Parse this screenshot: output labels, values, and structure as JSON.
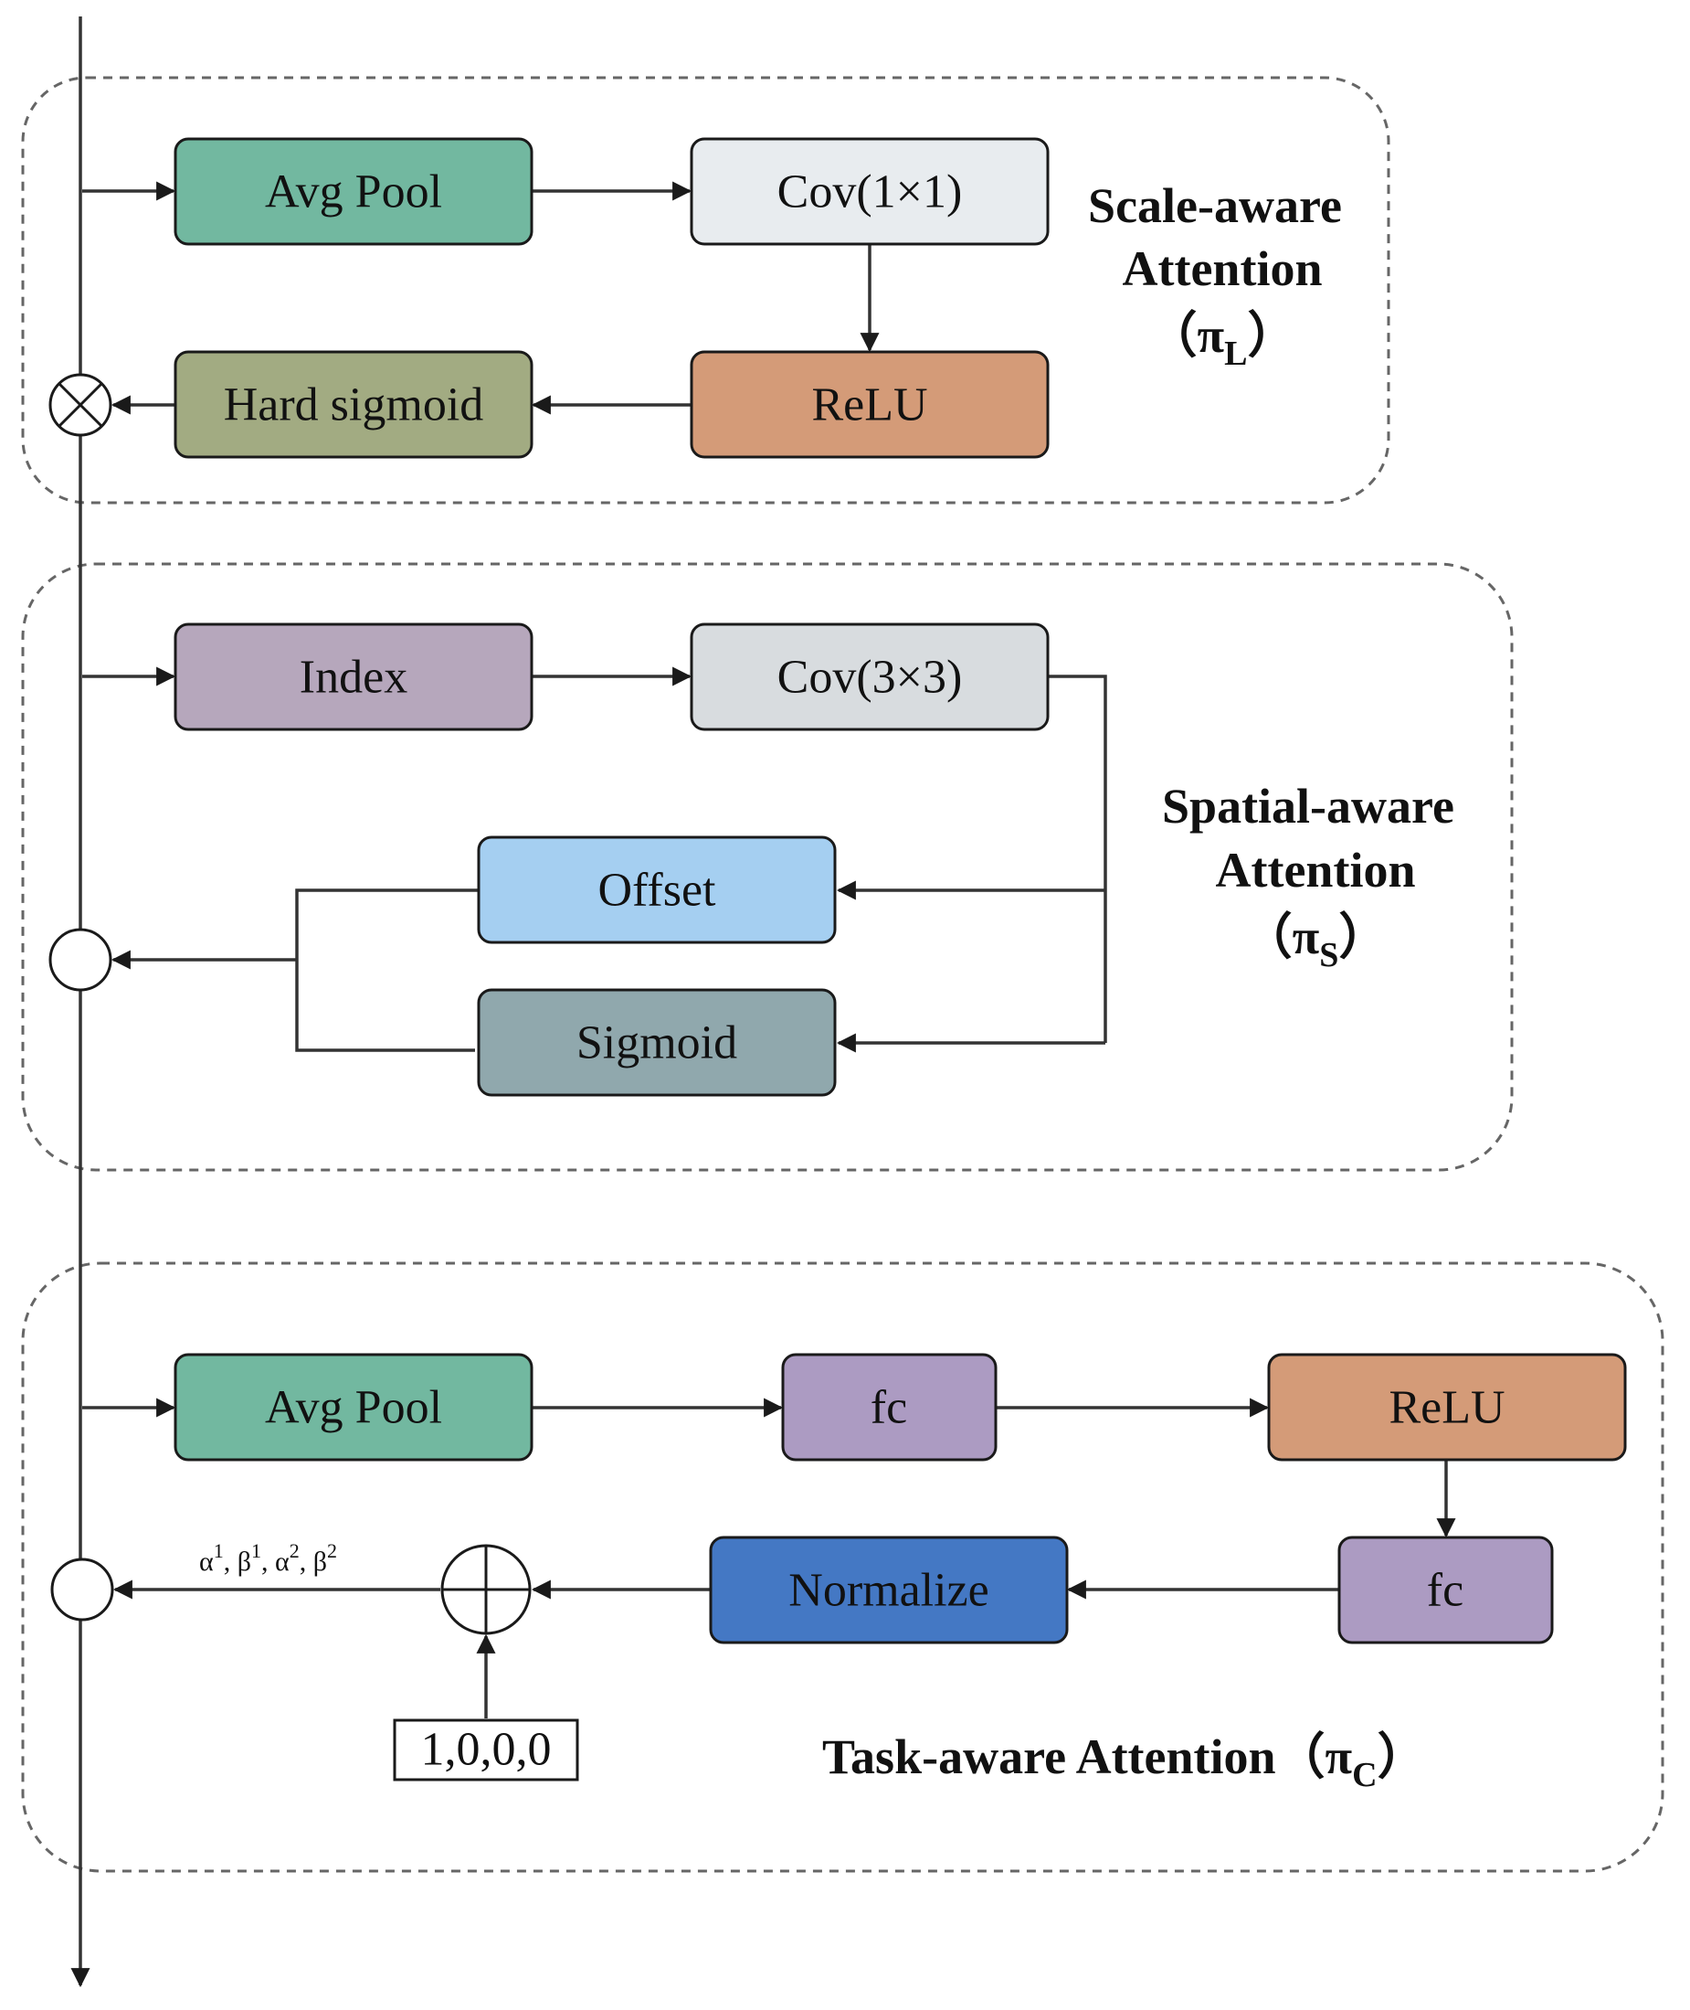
{
  "groups": {
    "scale": {
      "title_line1": "Scale-aware",
      "title_line2": "Attention",
      "symbol_open": "（",
      "symbol_pi": "π",
      "symbol_sub": "L",
      "symbol_close": "）",
      "nodes": {
        "avg_pool": "Avg Pool",
        "cov1": "Cov(1×1)",
        "relu": "ReLU",
        "hard_sigmoid": "Hard sigmoid"
      }
    },
    "spatial": {
      "title_line1": "Spatial-aware",
      "title_line2": "Attention",
      "symbol_open": "（",
      "symbol_pi": "π",
      "symbol_sub": "S",
      "symbol_close": "）",
      "nodes": {
        "index": "Index",
        "cov3": "Cov(3×3)",
        "offset": "Offset",
        "sigmoid": "Sigmoid"
      }
    },
    "task": {
      "title_text": "Task-aware Attention",
      "symbol_open": "（",
      "symbol_pi": "π",
      "symbol_sub": "C",
      "symbol_close": "）",
      "nodes": {
        "avg_pool": "Avg Pool",
        "fc1": "fc",
        "relu": "ReLU",
        "fc2": "fc",
        "normalize": "Normalize",
        "init": "1,0,0,0"
      },
      "params": {
        "a1": "α",
        "a1_sup": "1",
        "b1": "β",
        "b1_sup": "1",
        "a2": "α",
        "a2_sup": "2",
        "b2": "β",
        "b2_sup": "2"
      }
    }
  },
  "colors": {
    "avg_pool": "#72b8a0",
    "cov1": "#e8ecef",
    "relu": "#d49b78",
    "hard_sigmoid": "#a2ab82",
    "index": "#b6a7bc",
    "cov3": "#d8dcdf",
    "offset": "#a5cff1",
    "sigmoid": "#90a8ad",
    "fc": "#ac9bc2",
    "normalize": "#4478c4"
  }
}
